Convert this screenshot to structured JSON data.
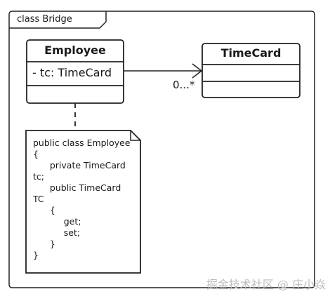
{
  "frame": {
    "title": "class Bridge"
  },
  "classes": {
    "employee": {
      "name": "Employee",
      "attribute": "- tc: TimeCard"
    },
    "timecard": {
      "name": "TimeCard"
    }
  },
  "association": {
    "multiplicity": "0...*"
  },
  "note": {
    "code": "public class Employee\n{\n      private TimeCard\ntc;\n      public TimeCard\nTC\n      {\n           get;\n           set;\n      }\n}"
  },
  "watermark": "掘金技术社区 @ 庄小焱",
  "colors": {
    "stroke": "#222222",
    "watermark": "#bdbdbd"
  }
}
